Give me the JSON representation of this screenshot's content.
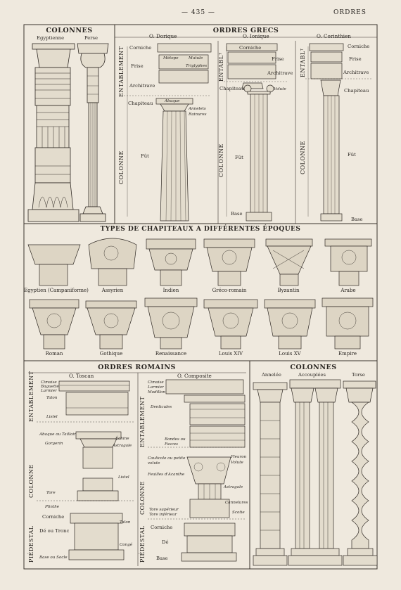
{
  "page": {
    "number": "— 435 —",
    "running_head": "ORDRES"
  },
  "colonnes_top": {
    "title": "COLONNES",
    "egyptienne": "Egyptienne",
    "perse": "Perse"
  },
  "ordres_grecs": {
    "title": "ORDRES GRECS",
    "dorique": "O. Dorique",
    "ionique": "O. Ionique",
    "corinthien": "O. Corinthien",
    "entablement": "ENTABLEMENT",
    "entablt": "ENTABLᵀ",
    "colonne": "COLONNE",
    "corniche": "Corniche",
    "frise": "Frise",
    "architrave": "Architrave",
    "chapiteau": "Chapiteau",
    "fut": "Fût",
    "base": "Base",
    "metope": "Métope",
    "mutule": "Mutule",
    "triglyphes": "Triglyphes",
    "abaque": "Abaque",
    "annelets": "Annelets",
    "rainures": "Rainures",
    "volute": "Volute"
  },
  "types_chapiteaux": {
    "title": "TYPES DE CHAPITEAUX A DIFFÉRENTES ÉPOQUES",
    "row1": [
      "Egyptien (Campaniforme)",
      "Assyrien",
      "Indien",
      "Gréco-romain",
      "Byzantin",
      "Arabe"
    ],
    "row2": [
      "Roman",
      "Gothique",
      "Renaissance",
      "Louis XIV",
      "Louis XV",
      "Empire"
    ]
  },
  "ordres_romains": {
    "title": "ORDRES ROMAINS",
    "toscan": "O. Toscan",
    "composite": "O. Composite",
    "entablement": "ENTABLEMENT",
    "colonne": "COLONNE",
    "piedestal": "PIÉDESTAL",
    "toscan_labels": [
      "Cimaise",
      "Baguette",
      "Larmier",
      "Talon",
      "Listel",
      "Abaque ou Tailloir",
      "Gorgerin",
      "Échine",
      "Astragale",
      "Listel",
      "Tore",
      "Plinthe",
      "Corniche",
      "Talon",
      "Dé ou Tronc",
      "Congé",
      "Base ou Socle"
    ],
    "composite_labels": [
      "Cimaise",
      "Larmier",
      "Modillon",
      "Denticules",
      "Bandes ou Fasces",
      "Caulicole ou petite volute",
      "Fleuron",
      "Volute",
      "Feuilles d'Acanthe",
      "Astragale",
      "Cannelures",
      "Tore supérieur",
      "Tore inférieur",
      "Scotie",
      "Corniche",
      "Dé",
      "Base"
    ]
  },
  "colonnes_bottom": {
    "title": "COLONNES",
    "annelee": "Annelée",
    "accouplees": "Accouplées",
    "torse": "Torse"
  }
}
